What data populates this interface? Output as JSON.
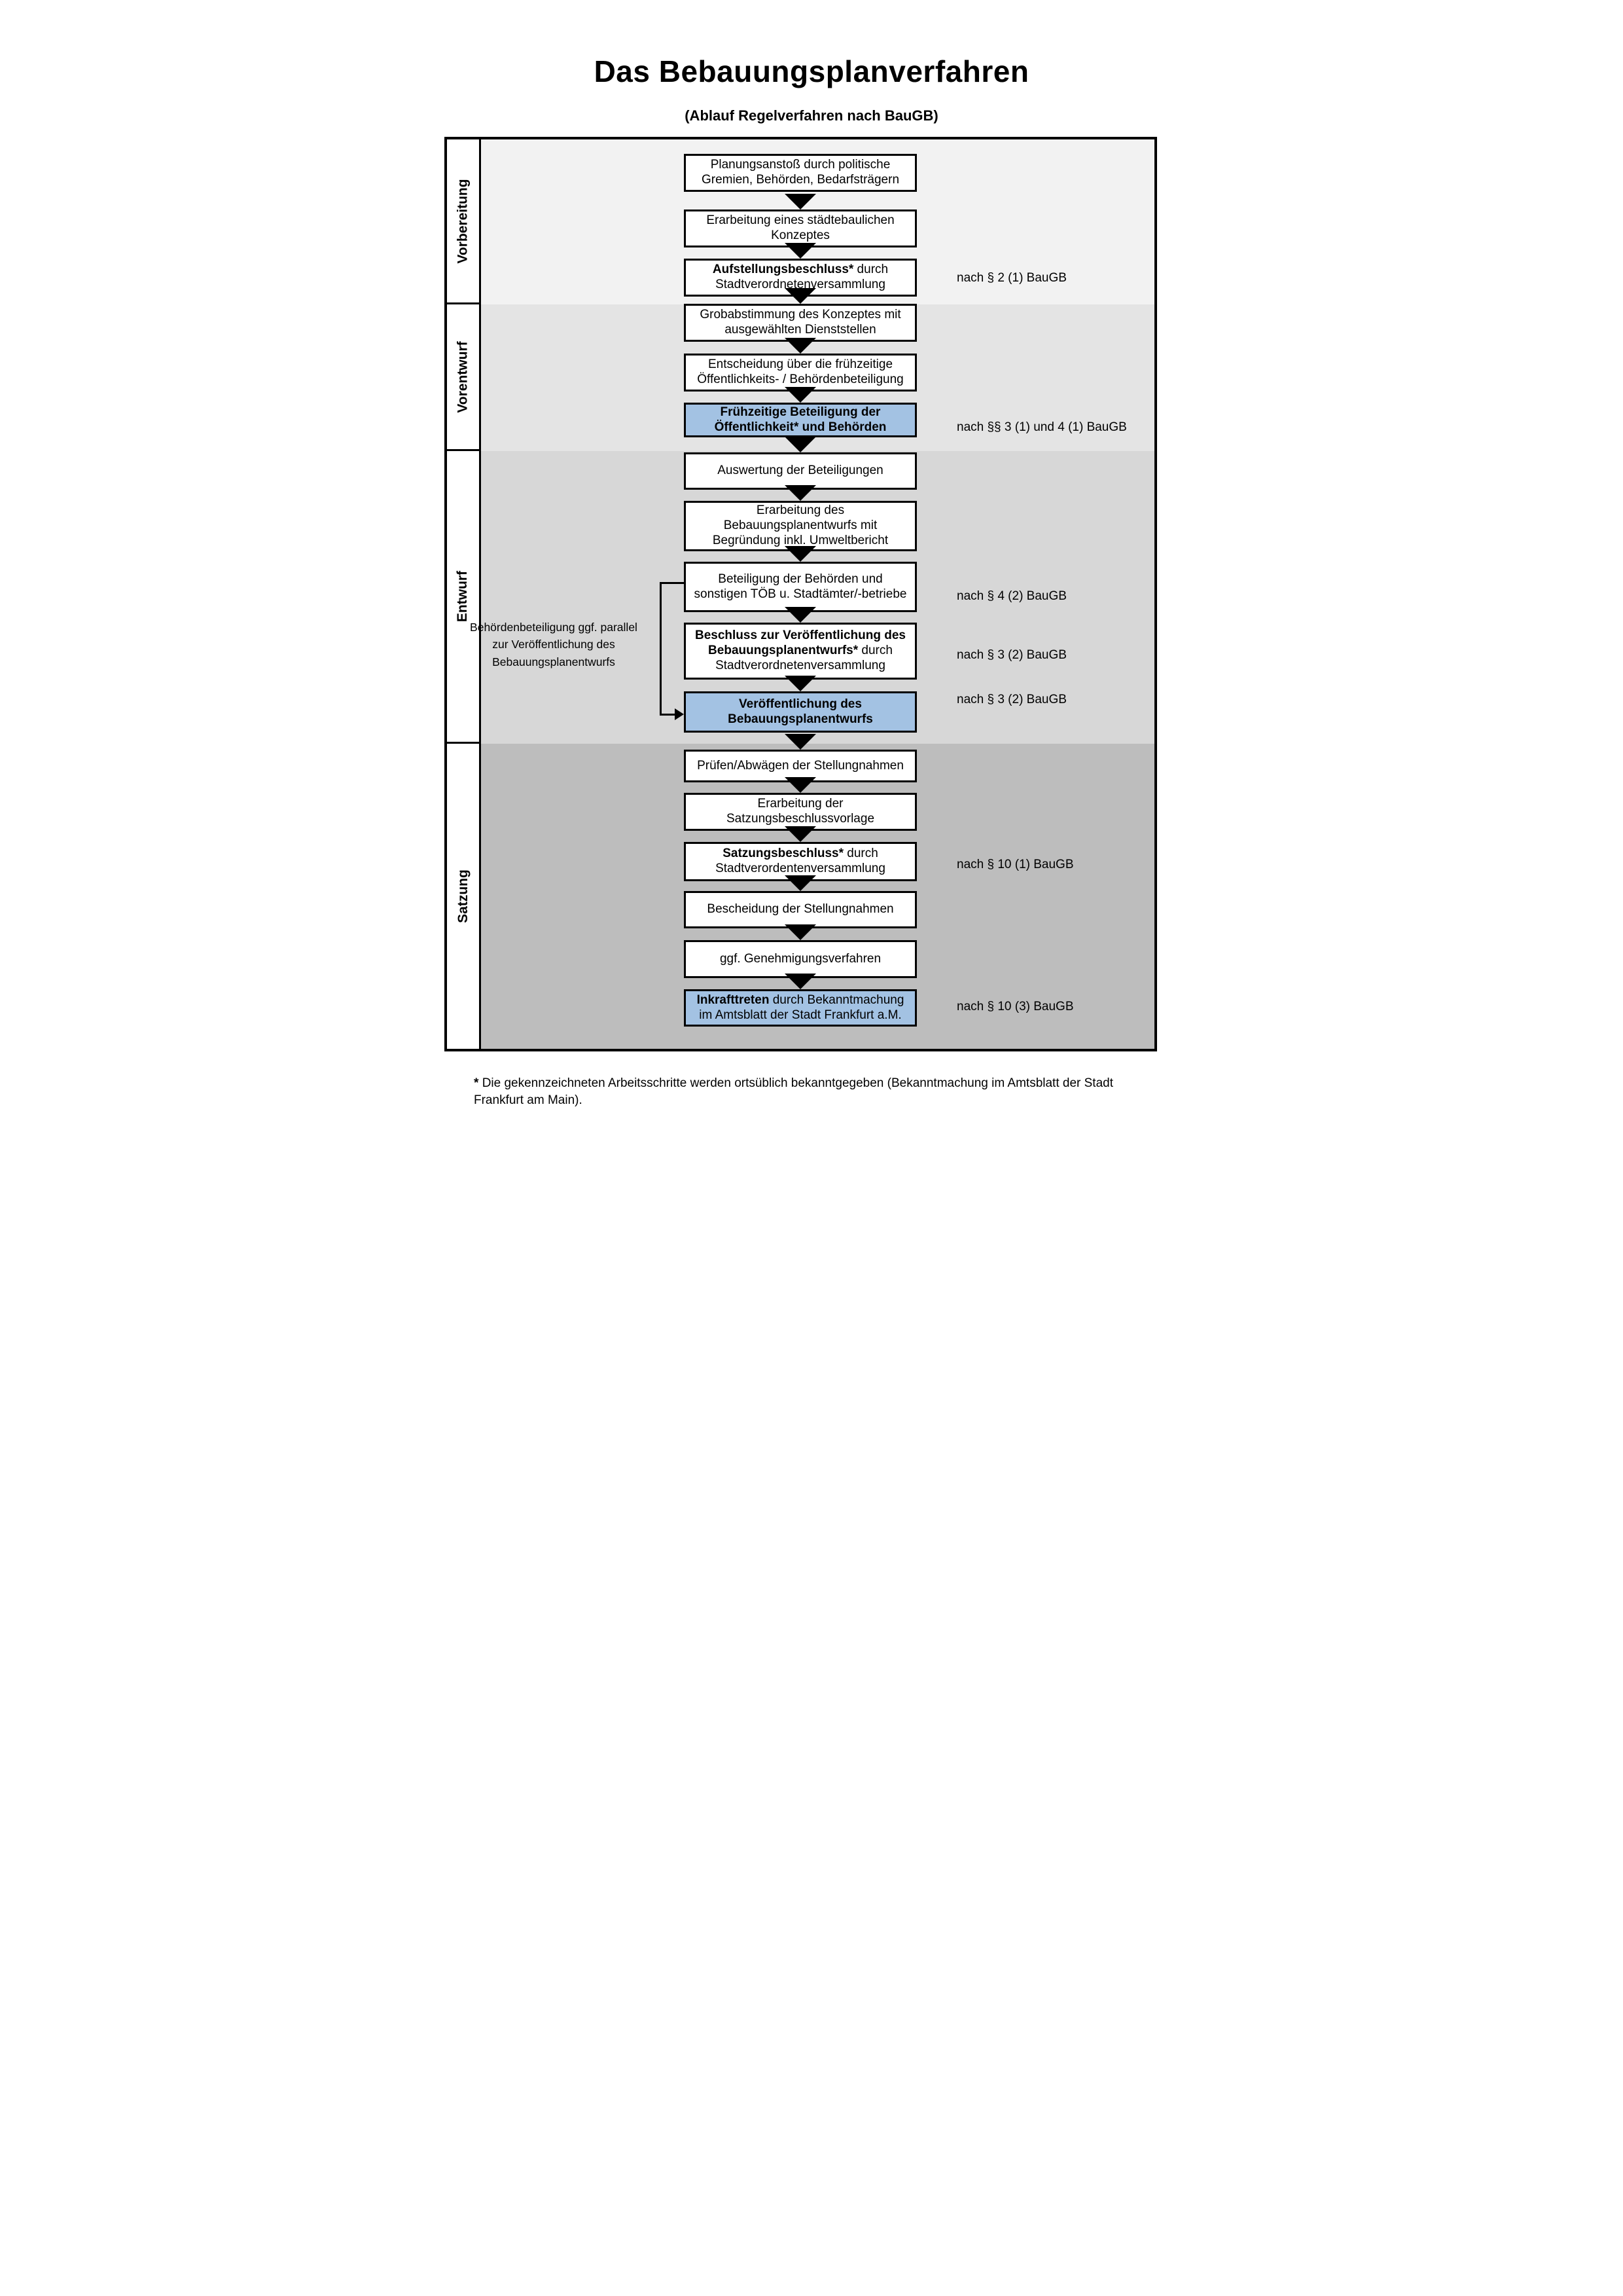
{
  "title": "Das Bebauungsplanverfahren",
  "subtitle": "(Ablauf Regelverfahren nach BauGB)",
  "phases": [
    {
      "label": "Vorbereitung"
    },
    {
      "label": "Vorentwurf"
    },
    {
      "label": "Entwurf"
    },
    {
      "label": "Satzung"
    }
  ],
  "steps": [
    {
      "bold": "",
      "rest": "Planungsanstoß durch politische Gremien, Behörden, Bedarfsträgern",
      "highlight": false
    },
    {
      "bold": "",
      "rest": "Erarbeitung eines städtebaulichen Konzeptes",
      "highlight": false
    },
    {
      "bold": "Aufstellungsbeschluss*",
      "rest": " durch Stadtverordnetenversammlung",
      "highlight": false
    },
    {
      "bold": "",
      "rest": "Grobabstimmung des Konzeptes mit ausgewählten Dienststellen",
      "highlight": false
    },
    {
      "bold": "",
      "rest": "Entscheidung über die frühzeitige Öffentlichkeits- / Behördenbeteiligung",
      "highlight": false
    },
    {
      "bold": "Frühzeitige Beteiligung der Öffentlichkeit* und Behörden",
      "rest": "",
      "highlight": true
    },
    {
      "bold": "",
      "rest": "Auswertung der Beteiligungen",
      "highlight": false
    },
    {
      "bold": "",
      "rest": "Erarbeitung des Bebauungsplanentwurfs mit Begründung inkl. Umweltbericht",
      "highlight": false
    },
    {
      "bold": "",
      "rest": "Beteiligung der Behörden und sonstigen TÖB u. Stadtämter/-betriebe",
      "highlight": false
    },
    {
      "bold": "Beschluss zur Veröffentlichung des Bebauungsplanentwurfs*",
      "rest": " durch Stadtverordnetenversammlung",
      "highlight": false
    },
    {
      "bold": "Veröffentlichung des Bebauungsplanentwurfs",
      "rest": "",
      "highlight": true
    },
    {
      "bold": "",
      "rest": "Prüfen/Abwägen der Stellungnahmen",
      "highlight": false
    },
    {
      "bold": "",
      "rest": "Erarbeitung der Satzungsbeschlussvorlage",
      "highlight": false
    },
    {
      "bold": "Satzungsbeschluss*",
      "rest": " durch Stadtverordentenversammlung",
      "highlight": false
    },
    {
      "bold": "",
      "rest": "Bescheidung der Stellungnahmen",
      "highlight": false
    },
    {
      "bold": "",
      "rest": "ggf. Genehmigungsverfahren",
      "highlight": false
    },
    {
      "bold": "Inkrafttreten",
      "rest": " durch Bekanntmachung im Amtsblatt der Stadt Frankfurt a.M.",
      "highlight": true
    }
  ],
  "refs": [
    "nach § 2 (1) BauGB",
    "nach §§ 3 (1) und 4 (1) BauGB",
    "nach § 4 (2) BauGB",
    "nach § 3 (2) BauGB",
    "nach § 3 (2) BauGB",
    "nach § 10 (1) BauGB",
    "nach § 10 (3) BauGB"
  ],
  "side_note": "Behördenbeteiligung ggf. parallel zur Veröffentlichung des Bebauungsplanentwurfs",
  "footnote": {
    "marker": "*",
    "text": "Die gekennzeichneten Arbeitsschritte werden ortsüblich bekanntgegeben (Bekanntmachung im Amtsblatt der Stadt Frankfurt am Main)."
  },
  "colors": {
    "highlight_blue": "#a3c2e3",
    "section_vorbereitung": "#f2f2f2",
    "section_vorentwurf": "#e4e4e4",
    "section_entwurf": "#d7d7d7",
    "section_satzung": "#bdbdbd",
    "line": "#000000"
  }
}
